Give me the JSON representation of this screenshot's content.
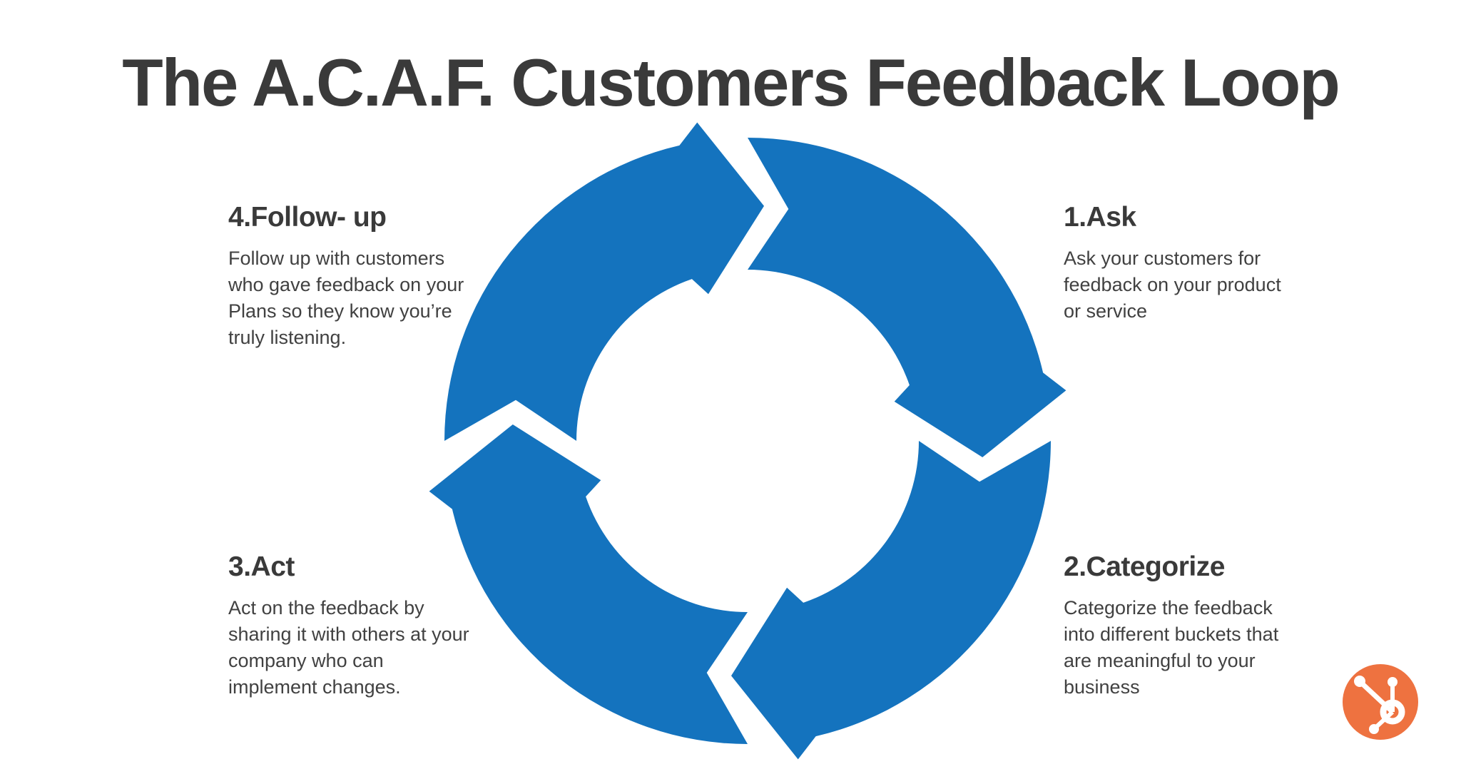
{
  "title": "The A.C.A.F. Customers Feedback Loop",
  "colors": {
    "arrow_blue": "#1473BE",
    "heading": "#3A3A3A",
    "body_text": "#414141",
    "logo_orange": "#EE7240",
    "background": "#FFFFFF"
  },
  "diagram": {
    "type": "circular-feedback-loop",
    "segments": 4,
    "direction": "clockwise"
  },
  "steps": [
    {
      "id": "ask",
      "heading": "1.Ask",
      "description": "Ask your customers for\nfeedback on your product\nor service",
      "position": "top-right"
    },
    {
      "id": "categorize",
      "heading": "2.Categorize",
      "description": "Categorize the feedback\ninto different buckets that\nare meaningful to your\nbusiness",
      "position": "bottom-right"
    },
    {
      "id": "act",
      "heading": "3.Act",
      "description": "Act on the feedback by\nsharing it with others at your\ncompany who can\nimplement changes.",
      "position": "bottom-left"
    },
    {
      "id": "follow_up",
      "heading": "4.Follow- up",
      "description": "Follow up with customers\nwho gave feedback on your\nPlans so they know you’re\ntruly listening.",
      "position": "top-left"
    }
  ],
  "logo": {
    "name": "HubSpot"
  }
}
